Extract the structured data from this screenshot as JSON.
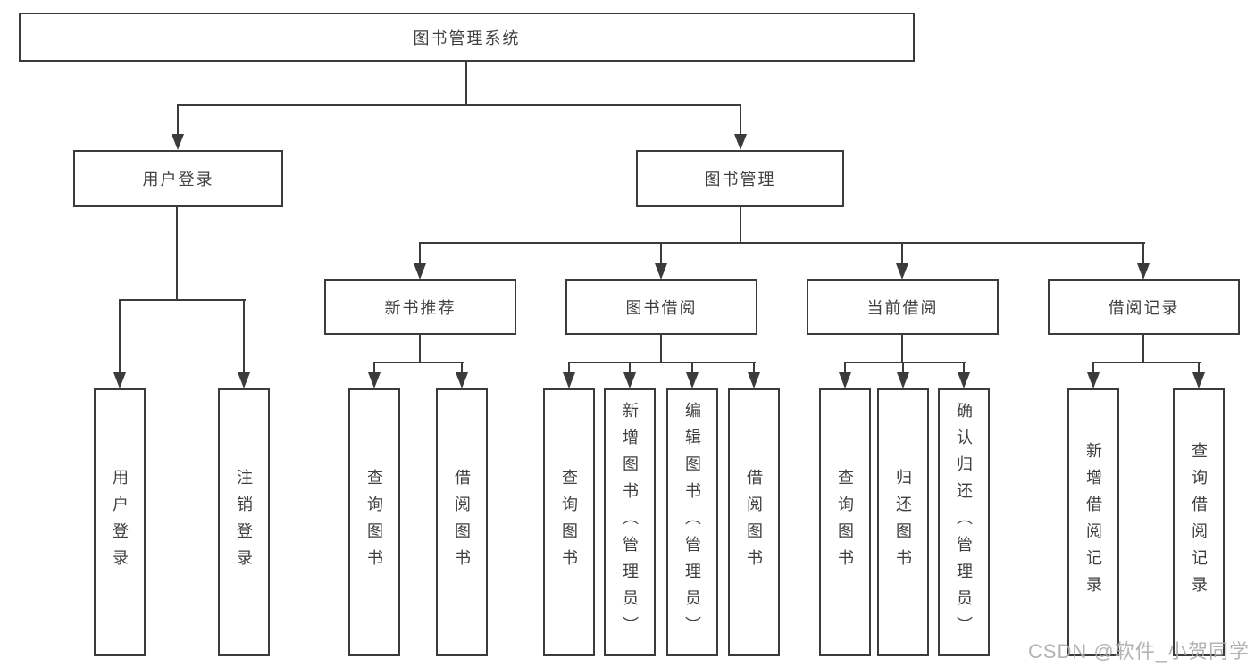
{
  "colors": {
    "line": "#3b3b3b",
    "text": "#3f3f3f",
    "box_fill": "#ffffff",
    "watermark": "#ababab"
  },
  "root": {
    "label": "图书管理系统"
  },
  "level2": [
    {
      "label": "用户登录"
    },
    {
      "label": "图书管理"
    }
  ],
  "level3": [
    {
      "label": "新书推荐"
    },
    {
      "label": "图书借阅"
    },
    {
      "label": "当前借阅"
    },
    {
      "label": "借阅记录"
    }
  ],
  "leaves": [
    {
      "label": "用户登录"
    },
    {
      "label": "注销登录"
    },
    {
      "label": "查询图书"
    },
    {
      "label": "借阅图书"
    },
    {
      "label": "查询图书"
    },
    {
      "label": "新增图书（管理员）"
    },
    {
      "label": "编辑图书（管理员）"
    },
    {
      "label": "借阅图书"
    },
    {
      "label": "查询图书"
    },
    {
      "label": "归还图书"
    },
    {
      "label": "确认归还（管理员）"
    },
    {
      "label": "新增借阅记录"
    },
    {
      "label": "查询借阅记录"
    }
  ],
  "watermark": "CSDN @软件_小贺同学"
}
